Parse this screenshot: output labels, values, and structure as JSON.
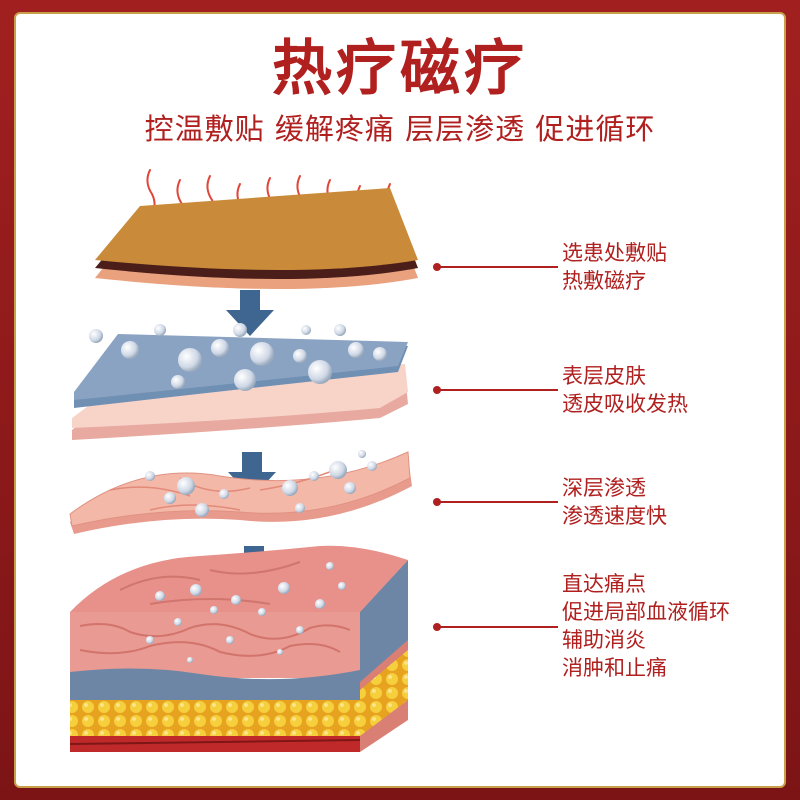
{
  "title": "热疗磁疗",
  "subtitle": "控温敷贴  缓解疼痛  层层渗透  促进循环",
  "callouts": [
    {
      "line1": "选患处敷贴",
      "line2": "热敷磁疗"
    },
    {
      "line1": "表层皮肤",
      "line2": "透皮吸收发热"
    },
    {
      "line1": "深层渗透",
      "line2": "渗透速度快"
    },
    {
      "line1": "直达痛点",
      "line2": "促进局部血液循环",
      "line3": "辅助消炎",
      "line4": "消肿和止痛"
    }
  ],
  "colors": {
    "accent": "#b0201f",
    "frame": "#8e1a1c",
    "arrow": "#3f6690"
  }
}
